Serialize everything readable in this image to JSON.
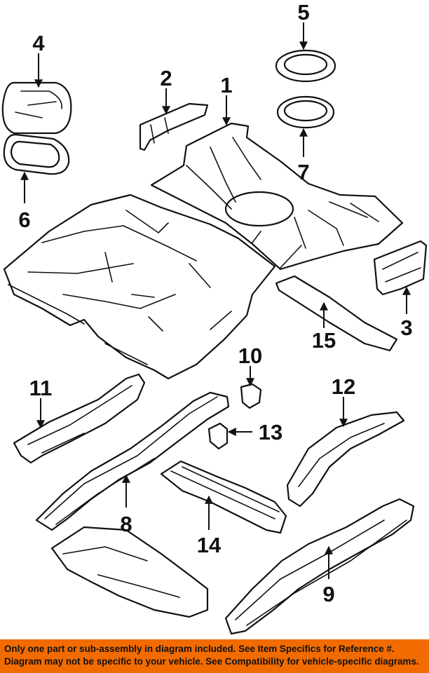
{
  "callouts": {
    "c1": "1",
    "c2": "2",
    "c3": "3",
    "c4": "4",
    "c5": "5",
    "c6": "6",
    "c7": "7",
    "c8": "8",
    "c9": "9",
    "c10": "10",
    "c11": "11",
    "c12": "12",
    "c13": "13",
    "c14": "14",
    "c15": "15"
  },
  "disclaimer": {
    "line1": "Only one part or sub-assembly in diagram included. See Item Specifics for Reference #.",
    "line2": "Diagram may not be specific to your vehicle. See Compatibility for vehicle-specific diagrams."
  },
  "colors": {
    "banner": "#f26b00",
    "ink": "#111111"
  }
}
